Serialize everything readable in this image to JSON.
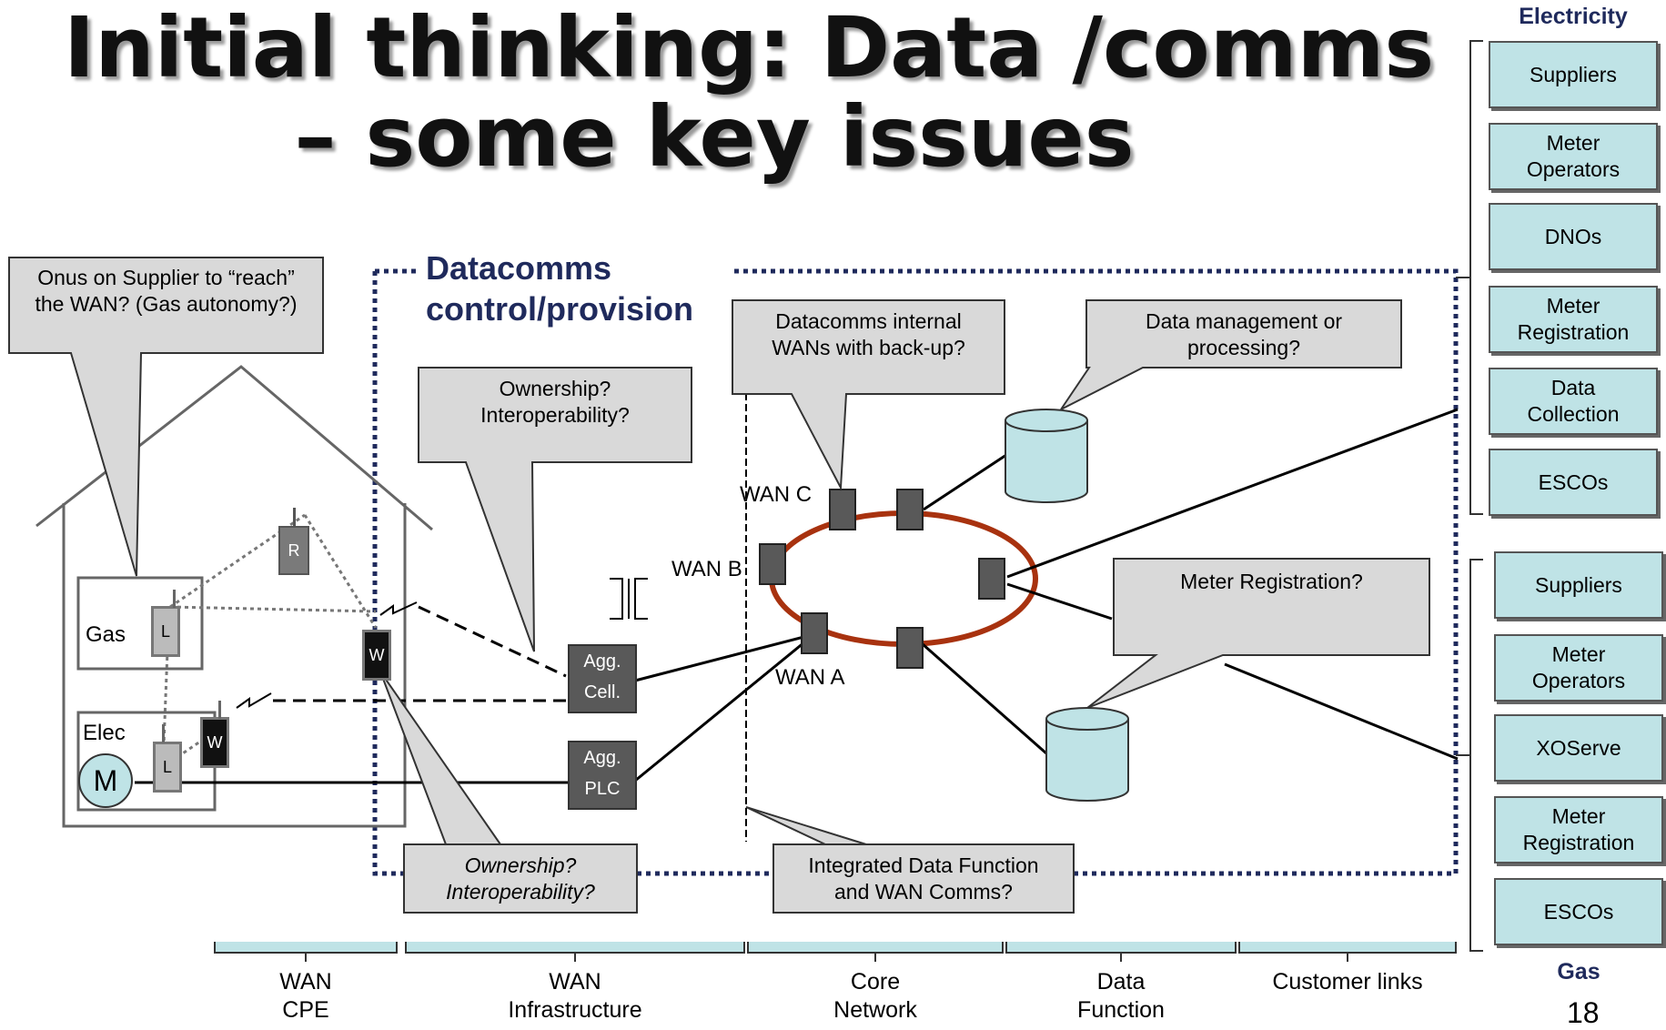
{
  "title": {
    "line1": "Initial thinking: Data /comms",
    "line2": "– some key issues"
  },
  "datacomms_label": {
    "line1": "Datacomms",
    "line2": "control/provision"
  },
  "callouts": {
    "onus": {
      "line1": "Onus on Supplier to “reach”",
      "line2": "the WAN? (Gas autonomy?)"
    },
    "ownership_top": {
      "line1": "Ownership?",
      "line2": "Interoperability?"
    },
    "ownership_bottom": {
      "line1": "Ownership?",
      "line2": "Interoperability?"
    },
    "internal_wans": {
      "line1": "Datacomms internal",
      "line2": "WANs with back-up?"
    },
    "data_mgmt": {
      "line1": "Data management or",
      "line2": "processing?"
    },
    "meter_reg": {
      "line1": "Meter Registration?"
    },
    "integrated": {
      "line1": "Integrated Data Function",
      "line2": "and WAN Comms?"
    }
  },
  "house": {
    "gas_label": "Gas",
    "elec_label": "Elec",
    "meter_symbol": "M",
    "r_label": "R",
    "l_gas": "L",
    "l_elec": "L",
    "w_wall": "W",
    "w_elec": "W"
  },
  "aggregators": {
    "cell": {
      "line1": "Agg.",
      "line2": "Cell."
    },
    "plc": {
      "line1": "Agg.",
      "line2": "PLC"
    }
  },
  "wan_labels": {
    "a": "WAN A",
    "b": "WAN B",
    "c": "WAN C"
  },
  "electricity": {
    "label": "Electricity",
    "parties": [
      {
        "line1": "Suppliers",
        "line2": ""
      },
      {
        "line1": "Meter",
        "line2": "Operators"
      },
      {
        "line1": "DNOs",
        "line2": ""
      },
      {
        "line1": "Meter",
        "line2": "Registration"
      },
      {
        "line1": "Data",
        "line2": "Collection"
      },
      {
        "line1": "ESCOs",
        "line2": ""
      }
    ]
  },
  "gas": {
    "label": "Gas",
    "parties": [
      {
        "line1": "Suppliers",
        "line2": ""
      },
      {
        "line1": "Meter",
        "line2": "Operators"
      },
      {
        "line1": "XOServe",
        "line2": ""
      },
      {
        "line1": "Meter",
        "line2": "Registration"
      },
      {
        "line1": "ESCOs",
        "line2": ""
      }
    ]
  },
  "bottom_axis": [
    {
      "line1": "WAN",
      "line2": "CPE"
    },
    {
      "line1": "WAN",
      "line2": "Infrastructure"
    },
    {
      "line1": "Core",
      "line2": "Network"
    },
    {
      "line1": "Data",
      "line2": "Function"
    },
    {
      "line1": "Customer links",
      "line2": ""
    }
  ],
  "page_number": "18",
  "colors": {
    "party_fill": "#bfe3e6",
    "callout_fill": "#d9d9d9",
    "ring": "#a8320f",
    "node": "#595959",
    "dotted_boundary": "#1f2a5c",
    "heading": "#1f2a5c",
    "db_fill": "#bfe3e6"
  }
}
